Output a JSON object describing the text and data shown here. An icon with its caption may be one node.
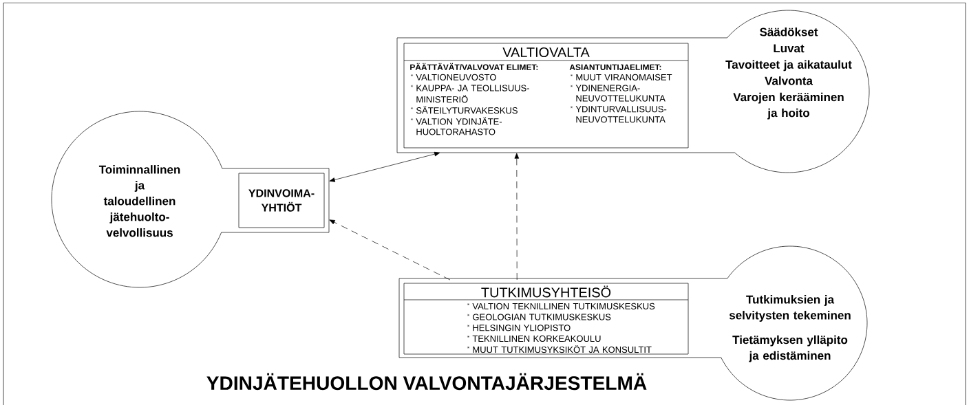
{
  "diagram": {
    "title": "YDINJÄTEHUOLLON VALVONTAJÄRJESTELMÄ",
    "nodes": [
      {
        "text": [
          "VALTIOVALTA",
          "PÄÄTTÄVÄT/VALVOVAT ELIMET:",
          "VALTIONEUVOSTO",
          "KAUPPA- JA TEOLLISUUS- MINISTERIÖ",
          "SÄTEILYTURVAKESKUS",
          "VALTION YDINJÄTE- HUOLTORAHASTO",
          "ASIANTUNTIJAELIMET:",
          "MUUT VIRANOMAISET",
          "YDINENERGIA- NEUVOTTELUKUNTA",
          "YDINTURVALLISUUS- NEUVOTTELUKUNTA"
        ]
      },
      {
        "text": [
          "Säädökset",
          "Luvat",
          "Tavoitteet ja aikataulut",
          "Valvonta",
          "Varojen kerääminen ja hoito"
        ]
      },
      {
        "text": [
          "YDINVOIMA- YHTIÖT"
        ]
      },
      {
        "text": [
          "Toiminnallinen ja taloudellinen jätehuolto- velvollisuus"
        ]
      },
      {
        "text": [
          "TUTKIMUSYHTEISÖ",
          "VALTION TEKNILLINEN TUTKIMUSKESKUS",
          "GEOLOGIAN TUTKIMUSKESKUS",
          "HELSINGIN YLIOPISTO",
          "TEKNILLINEN KORKEAKOULU",
          "MUUT TUTKIMUSYKSIKÖT JA KONSULTIT"
        ]
      },
      {
        "text": [
          "Tutkimuksien ja selvitysten tekeminen",
          "Tietämyksen ylläpito ja edistäminen"
        ]
      }
    ],
    "edges": [
      {
        "from": 0,
        "to": 2,
        "arrow": "both"
      },
      {
        "from": 4,
        "to": 2,
        "arrow": "to",
        "style": "dashed"
      },
      {
        "from": 4,
        "to": 0,
        "arrow": "to",
        "style": "dashed"
      }
    ]
  }
}
